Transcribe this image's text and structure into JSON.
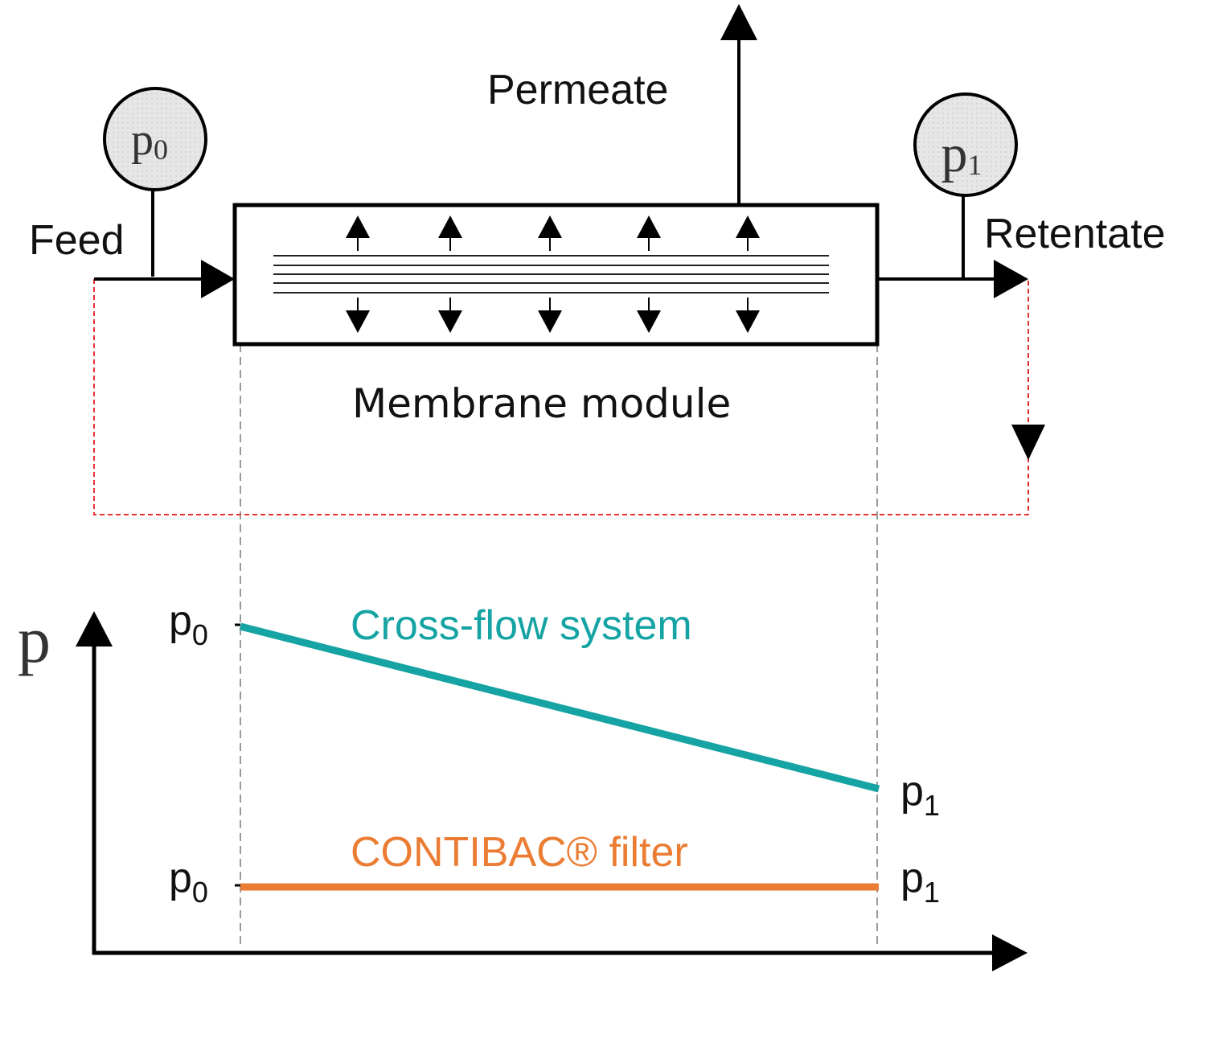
{
  "labels": {
    "feed": "Feed",
    "permeate": "Permeate",
    "retentate": "Retentate",
    "membrane_module": "Membrane module",
    "axis_p": "p",
    "gauge_inlet": {
      "base": "p",
      "sub": "0"
    },
    "gauge_outlet": {
      "base": "p",
      "sub": "1"
    }
  },
  "lines": [
    {
      "name": "Cross-flow system",
      "color": "#16a3a3",
      "start": {
        "base": "p",
        "sub": "0"
      },
      "end": {
        "base": "p",
        "sub": "1"
      }
    },
    {
      "name": "CONTIBAC® filter",
      "color": "#ea7d33",
      "start": {
        "base": "p",
        "sub": "0"
      },
      "end": {
        "base": "p",
        "sub": "1"
      }
    }
  ],
  "colors": {
    "recirculation_loop": "#e83030",
    "guide_lines": "#9a9a9a",
    "gauge_fill": "#e3e3e3",
    "stroke": "#000000"
  }
}
